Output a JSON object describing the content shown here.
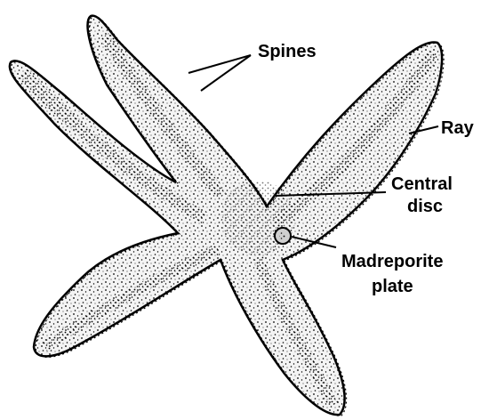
{
  "labels": {
    "spines": "Spines",
    "ray": "Ray",
    "central_disc_line1": "Central",
    "central_disc_line2": "disc",
    "madreporite_line1": "Madreporite",
    "madreporite_line2": "plate"
  },
  "colors": {
    "ink": "#000000",
    "body_fill": "#f2f2f2",
    "background": "#ffffff"
  }
}
